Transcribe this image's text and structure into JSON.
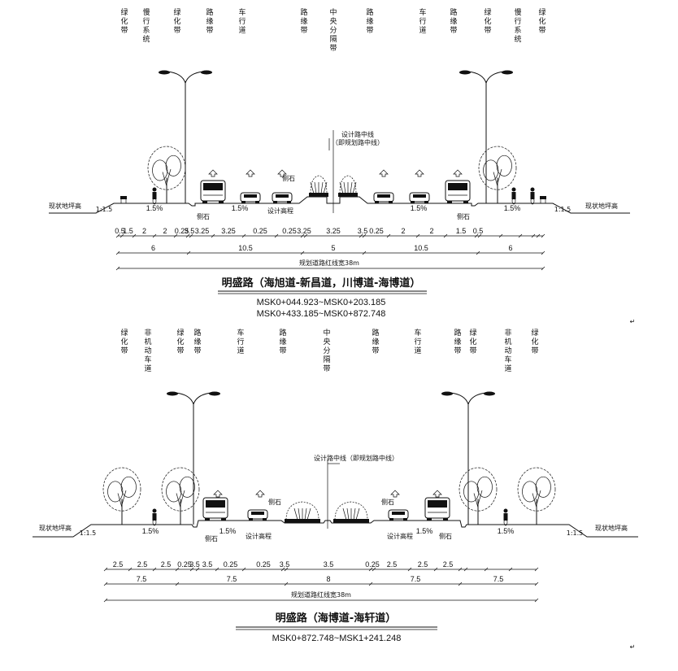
{
  "section1": {
    "zone_labels": [
      "绿化带",
      "慢行系统",
      "绿化带",
      "路缘带",
      "车行道",
      "路缘带",
      "中央分隔带",
      "路缘带",
      "车行道",
      "路缘带",
      "绿化带",
      "慢行系统",
      "绿化带"
    ],
    "center_note_1": "设计路中线",
    "center_note_2": "（即规划路中线）",
    "curb_label": "侧石",
    "design_elev": "设计高程",
    "ground_label": "现状地坪高",
    "slope_ratio": "1:1.5",
    "crossfall": "1.5%",
    "dims_row1": [
      "0.5",
      "1.5",
      "2",
      "2",
      "0.25",
      "3.5",
      "3.25",
      "3.25",
      "0.25",
      "0.25",
      "3.25",
      "3.25",
      "3.5",
      "0.25",
      "2",
      "2",
      "1.5",
      "0.5"
    ],
    "dims_row2": [
      "6",
      "10.5",
      "5",
      "10.5",
      "6"
    ],
    "total": "规划道路红线宽38m",
    "title": "明盛路（海旭道-新昌道，川博道-海博道）",
    "station_1": "MSK0+044.923~MSK0+203.185",
    "station_2": "MSK0+433.185~MSK0+872.748"
  },
  "section2": {
    "zone_labels": [
      "绿化带",
      "非机动车道",
      "绿化带",
      "路缘带",
      "车行道",
      "路缘带",
      "中央分隔带",
      "路缘带",
      "车行道",
      "路缘带",
      "绿化带",
      "非机动车道",
      "绿化带"
    ],
    "center_note": "设计路中线（即规划路中线）",
    "curb_label": "侧石",
    "design_elev": "设计高程",
    "ground_label": "现状地坪高",
    "slope_ratio": "1:1.5",
    "crossfall": "1.5%",
    "dims_row1": [
      "2.5",
      "2.5",
      "2.5",
      "0.25",
      "3.5",
      "3.5",
      "0.25",
      "0.25",
      "3.5",
      "3.5",
      "0.25",
      "2.5",
      "2.5",
      "2.5"
    ],
    "dims_row2": [
      "7.5",
      "7.5",
      "8",
      "7.5",
      "7.5"
    ],
    "total": "规划道路红线宽38m",
    "title": "明盛路（海博道-海轩道）",
    "station_1": "MSK0+872.748~MSK1+241.248"
  },
  "colors": {
    "line": "#111111",
    "background": "#ffffff"
  },
  "icons": [
    "street-lamp-icon",
    "tree-icon",
    "car-icon",
    "bus-icon",
    "cyclist-icon",
    "bench-icon",
    "arrow-icon"
  ]
}
